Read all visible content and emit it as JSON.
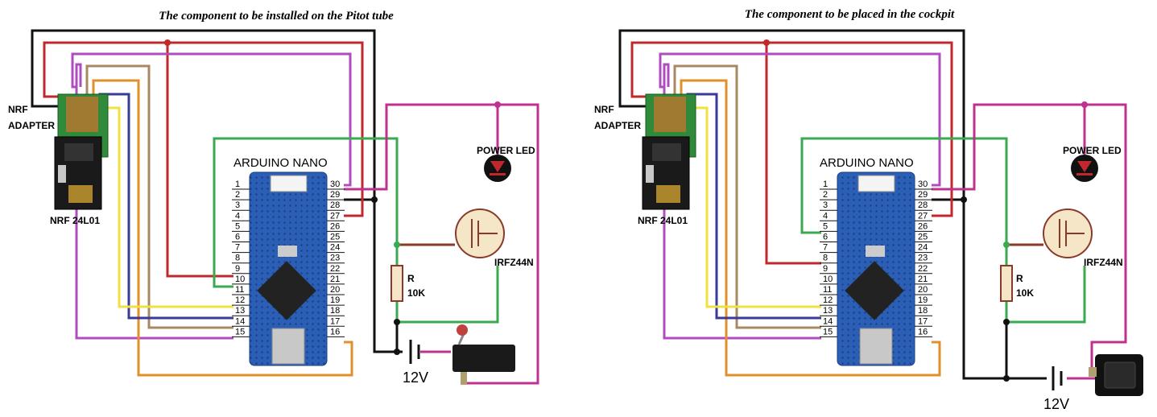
{
  "panels": [
    {
      "title": "The component to be installed on the Pitot tube",
      "nrf_adapter": "NRF\nADAPTER",
      "nrf_module": "NRF 24L01",
      "arduino": "ARDUINO NANO",
      "led": "POWER LED",
      "mosfet": "IRFZ44N",
      "resistor_r": "R",
      "resistor_value": "10K",
      "supply": "12V",
      "switch": "limit-switch"
    },
    {
      "title": "The component to be placed in the cockpit",
      "nrf_adapter": "NRF\nADAPTER",
      "nrf_module": "NRF 24L01",
      "arduino": "ARDUINO NANO",
      "led": "POWER LED",
      "mosfet": "IRFZ44N",
      "resistor_r": "R",
      "resistor_value": "10K",
      "supply": "12V",
      "switch": "rocker-switch"
    }
  ],
  "pins_left": [
    "1",
    "2",
    "3",
    "4",
    "5",
    "6",
    "7",
    "8",
    "9",
    "10",
    "11",
    "12",
    "13",
    "14",
    "15"
  ],
  "pins_right": [
    "30",
    "29",
    "28",
    "27",
    "26",
    "25",
    "24",
    "23",
    "22",
    "21",
    "20",
    "19",
    "18",
    "17",
    "16"
  ],
  "wire_colors": {
    "black": "#111111",
    "red": "#c0282d",
    "magenta": "#c0308f",
    "purple": "#b04cc0",
    "tan": "#a88860",
    "orange": "#e0902a",
    "blue": "#3a3a9a",
    "yellow": "#f0e040",
    "green": "#3aaa50",
    "brown": "#8a3a2a"
  }
}
